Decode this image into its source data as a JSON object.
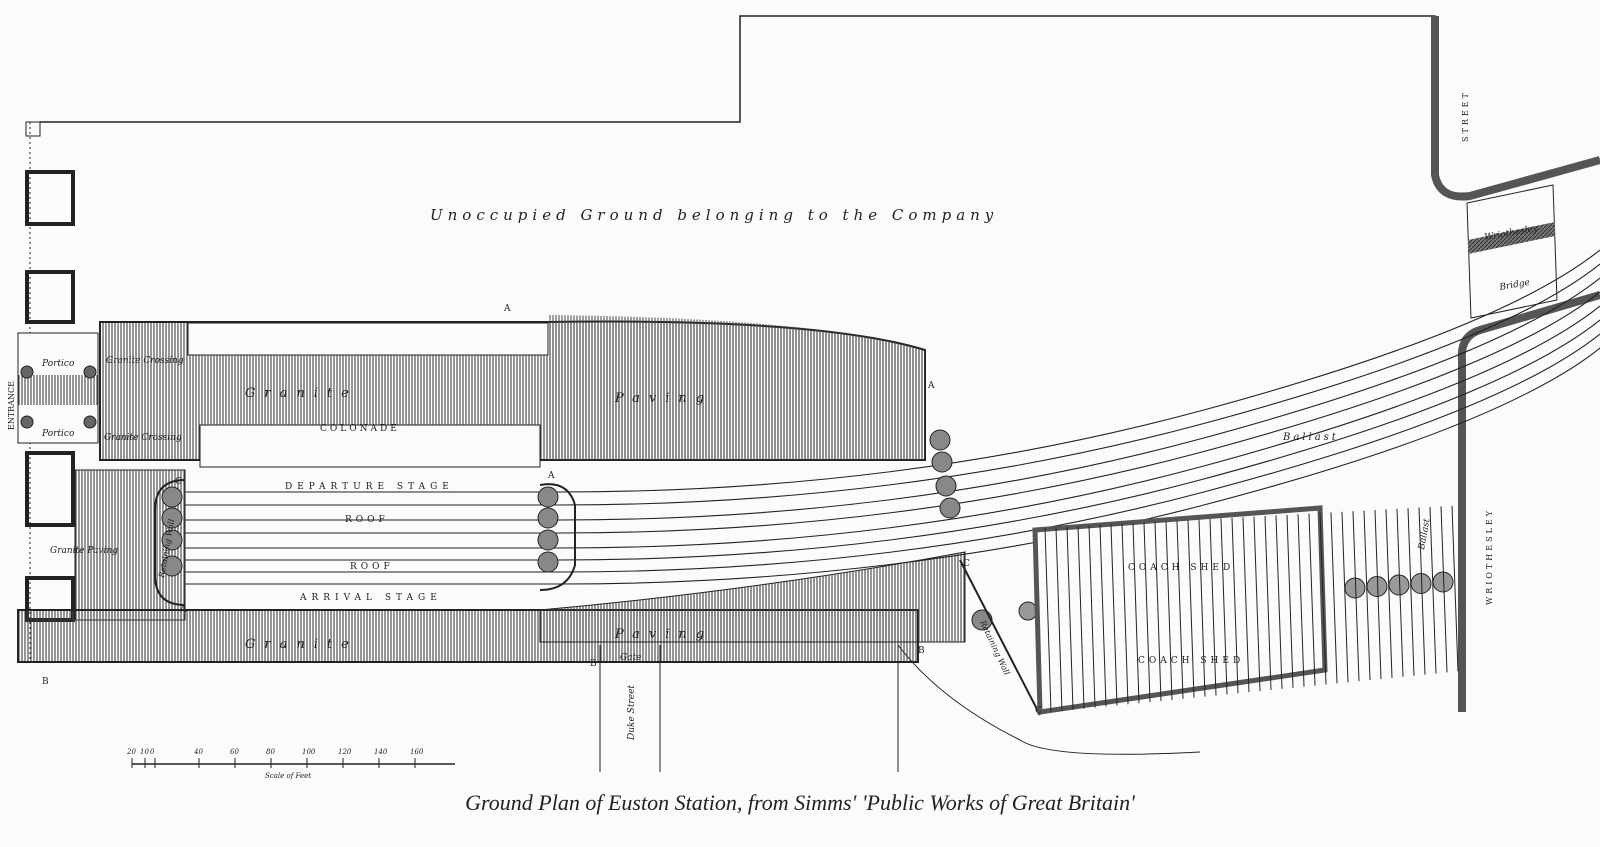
{
  "colors": {
    "ink": "#2a2a2a",
    "paper": "#fbfbf9",
    "hatch": "#555555"
  },
  "labels": {
    "unoccupied": "Unoccupied Ground belonging to the Company",
    "entrance": "ENTRANCE",
    "portico_top": "Portico",
    "portico_bottom": "Portico",
    "granite_crossing_top": "Granite Crossing",
    "granite_crossing_bottom": "Granite Crossing",
    "granite_top": "Granite",
    "paving_top": "Paving",
    "colonade": "COLONADE",
    "departure_stage": "DEPARTURE STAGE",
    "roof_top": "ROOF",
    "roof_bottom": "ROOF",
    "arrival_stage": "ARRIVAL STAGE",
    "granite_paving_left": "Granite Paving",
    "retaining_wall_left": "Retaining Wall",
    "retaining_wall_right": "Retaining Wall",
    "granite_bottom": "Granite",
    "paving_bottom": "Paving",
    "gate": "Gate",
    "duke_street": "Duke Street",
    "ballast_top": "Ballast",
    "ballast_right": "Ballast",
    "coach_shed_top": "COACH SHED",
    "coach_shed_bottom": "COACH SHED",
    "wriothesley_bridge_1": "Wriothesley",
    "wriothesley_bridge_2": "Bridge",
    "street": "STREET",
    "wriothesley": "WRIOTHESLEY",
    "marker_a": "A",
    "marker_b": "B",
    "marker_c": "C"
  },
  "scale": {
    "ticks": [
      "20",
      "10",
      "0",
      "40",
      "60",
      "80",
      "100",
      "120",
      "140",
      "160"
    ],
    "label": "Scale of Feet"
  },
  "caption": "Ground Plan of Euston Station, from Simms' 'Public Works of Great Britain'"
}
